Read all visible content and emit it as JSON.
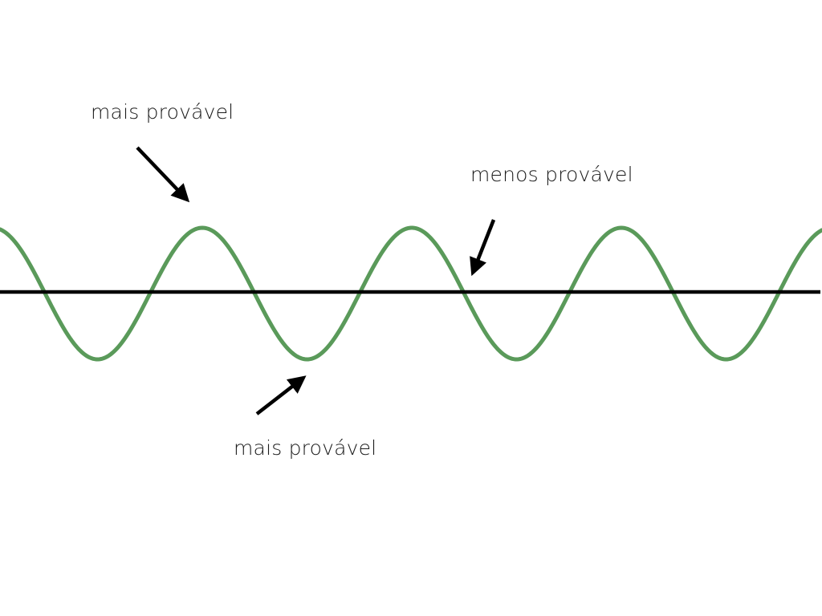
{
  "labels": {
    "top": "mais provável",
    "right": "menos provável",
    "bottom": "mais provável"
  },
  "colors": {
    "wave": "#5a9a5a",
    "axis": "#000000",
    "arrow": "#000000",
    "text": "#1c1c1c",
    "background": "#ffffff"
  }
}
